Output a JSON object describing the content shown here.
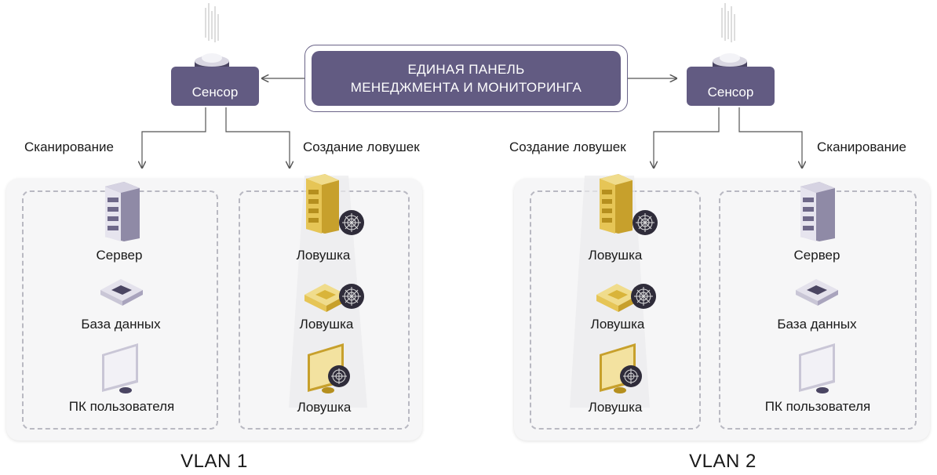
{
  "panel": {
    "line1": "ЕДИНАЯ ПАНЕЛЬ",
    "line2": "МЕНЕДЖМЕНТА И МОНИТОРИНГА"
  },
  "sensors": [
    {
      "label": "Сенсор"
    },
    {
      "label": "Сенсор"
    }
  ],
  "arrows": {
    "scan": "Сканирование",
    "traps": "Создание ловушек"
  },
  "vlans": [
    {
      "title": "VLAN 1",
      "assets": [
        "Сервер",
        "База данных",
        "ПК пользователя"
      ],
      "traps": [
        "Ловушка",
        "Ловушка",
        "Ловушка"
      ]
    },
    {
      "title": "VLAN 2",
      "traps": [
        "Ловушка",
        "Ловушка",
        "Ловушка"
      ],
      "assets": [
        "Сервер",
        "База данных",
        "ПК пользователя"
      ]
    }
  ],
  "colors": {
    "sensor": "#625b82",
    "trap": "#d9b43a",
    "asset": "#8f8aa6",
    "box": "#f6f6f7"
  }
}
